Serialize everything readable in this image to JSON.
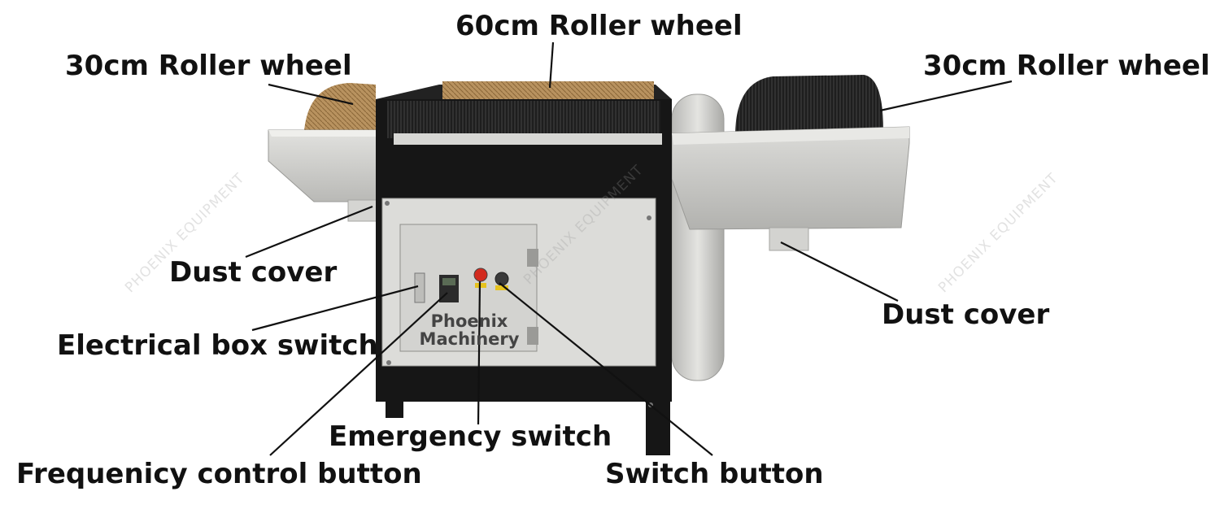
{
  "labels": {
    "roller_center": "60cm Roller wheel",
    "roller_left": "30cm Roller wheel",
    "roller_right": "30cm Roller wheel",
    "dust_left": "Dust cover",
    "dust_right": "Dust cover",
    "electrical_box": "Electrical box switch",
    "emergency": "Emergency switch",
    "frequency": "Frequenicy control button",
    "switch_button": "Switch button"
  },
  "machine": {
    "brand_line1": "Phoenix",
    "brand_line2": "Machinery"
  },
  "watermark": {
    "text": "PHOENIX EQUIPMENT"
  },
  "colors": {
    "frame_black": "#151515",
    "panel_grey": "#d9d9d6",
    "hood_grey": "#c9c9c6",
    "brush_wood": "#b48a55",
    "leader_line": "#111111"
  }
}
